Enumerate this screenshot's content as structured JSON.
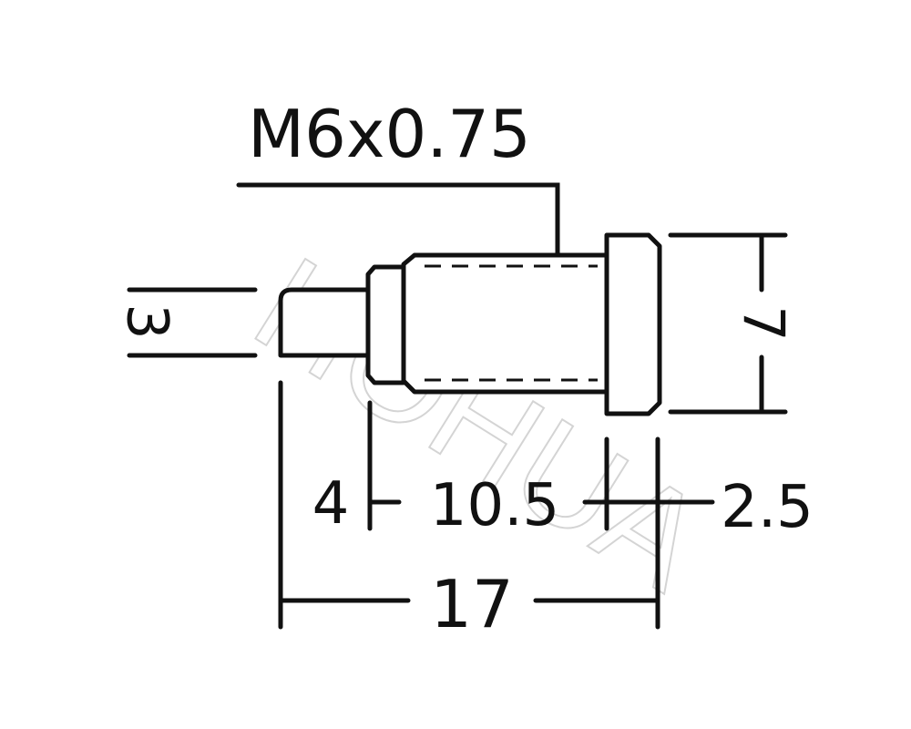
{
  "labels": {
    "thread": "M6x0.75",
    "tip_diameter": "3",
    "head_diameter": "7",
    "tip_length": "4",
    "thread_length": "10.5",
    "head_length": "2.5",
    "total_length": "17"
  },
  "watermark": "HOHUA",
  "colors": {
    "ink": "#111111",
    "watermark": "#d4d4d4",
    "background": "#ffffff"
  }
}
